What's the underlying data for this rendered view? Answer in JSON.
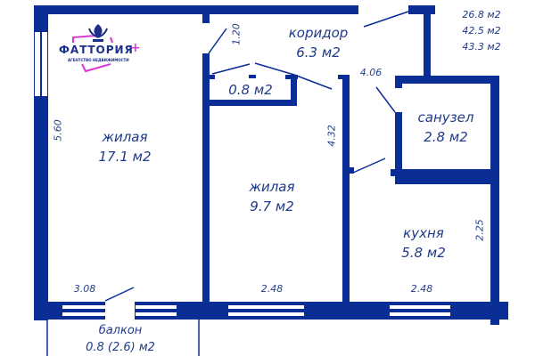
{
  "plan": {
    "wall_color": "#0a2d96",
    "text_color": "#1f3a8a",
    "accent_color": "#d63bd6"
  },
  "logo": {
    "name": "ФАТТОРИЯ",
    "plus": "+",
    "subtitle": "АГЕНТСТВО НЕДВИЖИМОСТИ"
  },
  "totals": [
    "26.8 м2",
    "42.5 м2",
    "43.3 м2"
  ],
  "rooms": {
    "living1": {
      "name": "жилая",
      "area": "17.1 м2"
    },
    "living2": {
      "name": "жилая",
      "area": "9.7 м2"
    },
    "corridor": {
      "name": "коридор",
      "area": "6.3 м2"
    },
    "closet": {
      "area": "0.8 м2"
    },
    "bathroom": {
      "name": "санузел",
      "area": "2.8 м2"
    },
    "kitchen": {
      "name": "кухня",
      "area": "5.8 м2"
    },
    "balcony": {
      "name": "балкон",
      "area": "0.8 (2.6) м2"
    }
  },
  "dimensions": {
    "living1_height": "5.60",
    "living1_width": "3.08",
    "living2_height": "4.32",
    "living2_width": "2.48",
    "corridor_width": "1.20",
    "corridor_length": "4.06",
    "kitchen_height": "2.25",
    "kitchen_width": "2.48"
  }
}
